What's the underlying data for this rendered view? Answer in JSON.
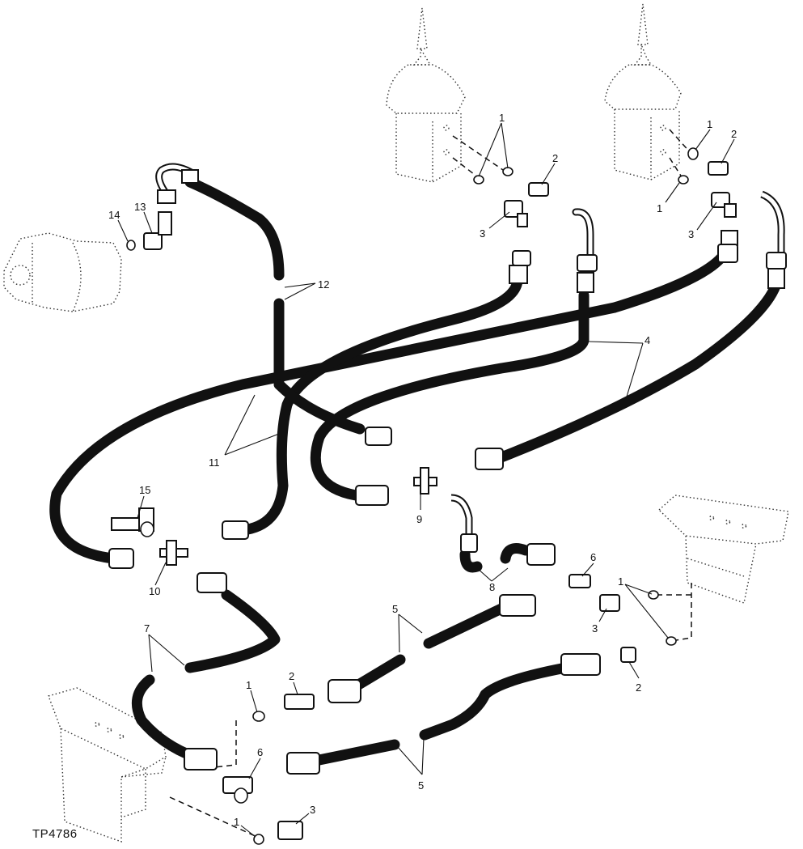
{
  "figure_id": "TP4786",
  "callouts": [
    {
      "id": "c1-top-left",
      "text": "1"
    },
    {
      "id": "c2-top-left",
      "text": "2"
    },
    {
      "id": "c3-top-left",
      "text": "3"
    },
    {
      "id": "c1-top-right-a",
      "text": "1"
    },
    {
      "id": "c2-top-right",
      "text": "2"
    },
    {
      "id": "c1-top-right-b",
      "text": "1"
    },
    {
      "id": "c3-top-right",
      "text": "3"
    },
    {
      "id": "c12",
      "text": "12"
    },
    {
      "id": "c13",
      "text": "13"
    },
    {
      "id": "c14",
      "text": "14"
    },
    {
      "id": "c4",
      "text": "4"
    },
    {
      "id": "c11",
      "text": "11"
    },
    {
      "id": "c15",
      "text": "15"
    },
    {
      "id": "c10",
      "text": "10"
    },
    {
      "id": "c9",
      "text": "9"
    },
    {
      "id": "c8",
      "text": "8"
    },
    {
      "id": "c6-right",
      "text": "6"
    },
    {
      "id": "c1-right",
      "text": "1"
    },
    {
      "id": "c3-right",
      "text": "3"
    },
    {
      "id": "c2-right",
      "text": "2"
    },
    {
      "id": "c5-upper",
      "text": "5"
    },
    {
      "id": "c7",
      "text": "7"
    },
    {
      "id": "c2-center",
      "text": "2"
    },
    {
      "id": "c1-center",
      "text": "1"
    },
    {
      "id": "c6-lower",
      "text": "6"
    },
    {
      "id": "c5-lower",
      "text": "5"
    },
    {
      "id": "c3-lower",
      "text": "3"
    },
    {
      "id": "c1-lower",
      "text": "1"
    }
  ]
}
